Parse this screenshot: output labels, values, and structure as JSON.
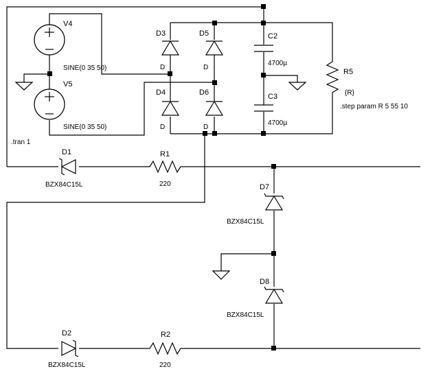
{
  "sources": {
    "v4": {
      "name": "V4",
      "value": "SINE(0 35 50)"
    },
    "v5": {
      "name": "V5",
      "value": "SINE(0 35 50)"
    }
  },
  "bridge": {
    "d3": {
      "name": "D3",
      "value": "D"
    },
    "d4": {
      "name": "D4",
      "value": "D"
    },
    "d5": {
      "name": "D5",
      "value": "D"
    },
    "d6": {
      "name": "D6",
      "value": "D"
    }
  },
  "capacitors": {
    "c2": {
      "name": "C2",
      "value": "4700µ"
    },
    "c3": {
      "name": "C3",
      "value": "4700µ"
    }
  },
  "load": {
    "name": "R5",
    "value": "{R}"
  },
  "zeners": {
    "d1": {
      "name": "D1",
      "value": "BZX84C15L"
    },
    "d2": {
      "name": "D2",
      "value": "BZX84C15L"
    },
    "d7": {
      "name": "D7",
      "value": "BZX84C15L"
    },
    "d8": {
      "name": "D8",
      "value": "BZX84C15L"
    }
  },
  "resistors": {
    "r1": {
      "name": "R1",
      "value": "220"
    },
    "r2": {
      "name": "R2",
      "value": "220"
    }
  },
  "directives": {
    "tran": ".tran 1",
    "step": ".step param R 5 55 10"
  }
}
